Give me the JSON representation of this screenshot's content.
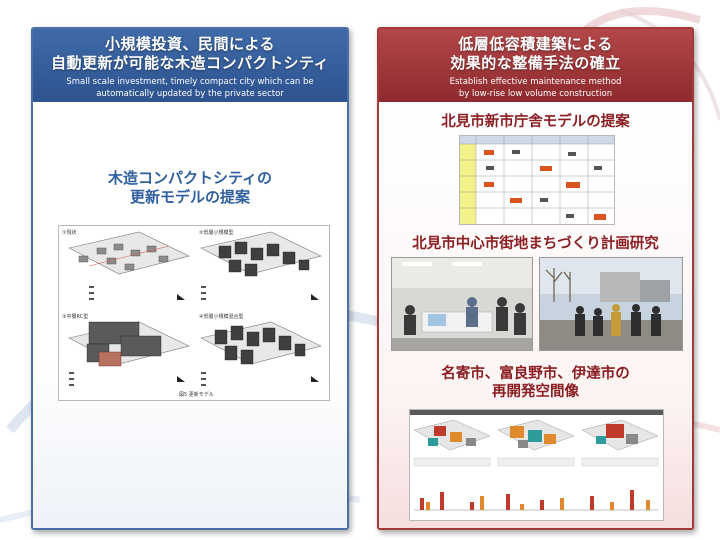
{
  "left_panel": {
    "header": {
      "title_line1": "小規模投資、民間による",
      "title_line2": "自動更新が可能な木造コンパクトシティ",
      "subtitle_line1": "Small scale investment, timely compact city which can be",
      "subtitle_line2": "automatically updated by the private sector"
    },
    "section_title_line1": "木造コンパクトシティの",
    "section_title_line2": "更新モデルの提案",
    "figure_caption": "図5 更新モデル",
    "figure_panels": [
      "①現状",
      "②低層小規模型",
      "③中層RC型",
      "④低層小規模混合型"
    ]
  },
  "right_panel": {
    "header": {
      "title_line1": "低層低容積建築による",
      "title_line2": "効果的な整備手法の確立",
      "subtitle_line1": "Establish effective maintenance method",
      "subtitle_line2": "by low-rise low volume construction"
    },
    "section1_title": "北見市新市庁舎モデルの提案",
    "section2_title": "北見市中心市街地まちづくり計画研究",
    "section3_title_line1": "名寄市、富良野市、伊達市の",
    "section3_title_line2": "再開発空間像"
  },
  "colors": {
    "left_accent": "#2d5390",
    "right_accent": "#8e2a2d",
    "left_section_title": "#2f5f9e",
    "right_section_title": "#8a1e22"
  }
}
